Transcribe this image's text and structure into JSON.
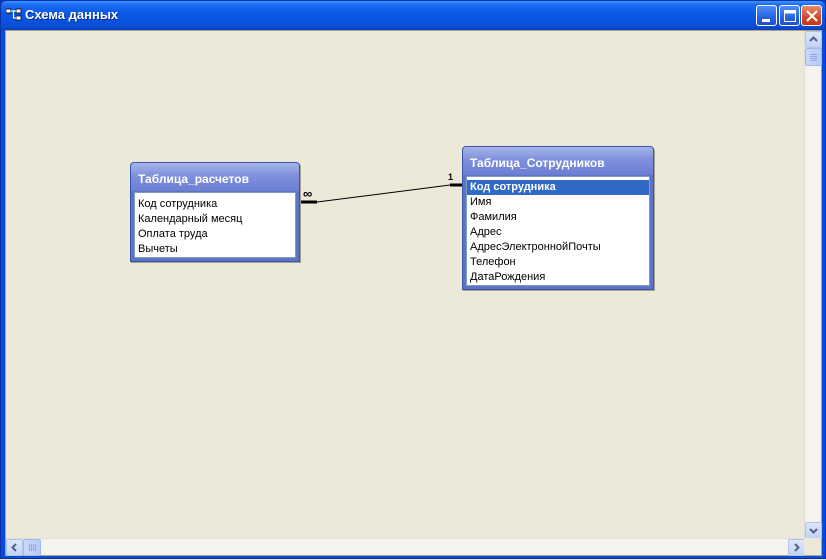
{
  "window": {
    "title": "Схема данных",
    "icon": "relationships-icon"
  },
  "tables": [
    {
      "name": "Таблица_расчетов",
      "fields": [
        "Код сотрудника",
        "Календарный месяц",
        "Оплата труда",
        "Вычеты"
      ]
    },
    {
      "name": "Таблица_Сотрудников",
      "fields": [
        "Код сотрудника",
        "Имя",
        "Фамилия",
        "Адрес",
        "АдресЭлектроннойПочты",
        "Телефон",
        "ДатаРождения"
      ],
      "selected_field": "Код сотрудника"
    }
  ],
  "relationship": {
    "many_label": "∞",
    "one_label": "1"
  },
  "colors": {
    "accent": "#316ac5",
    "title_bar": "#0a52df",
    "table_header": "#7f90dc",
    "background": "#ece9d8"
  }
}
